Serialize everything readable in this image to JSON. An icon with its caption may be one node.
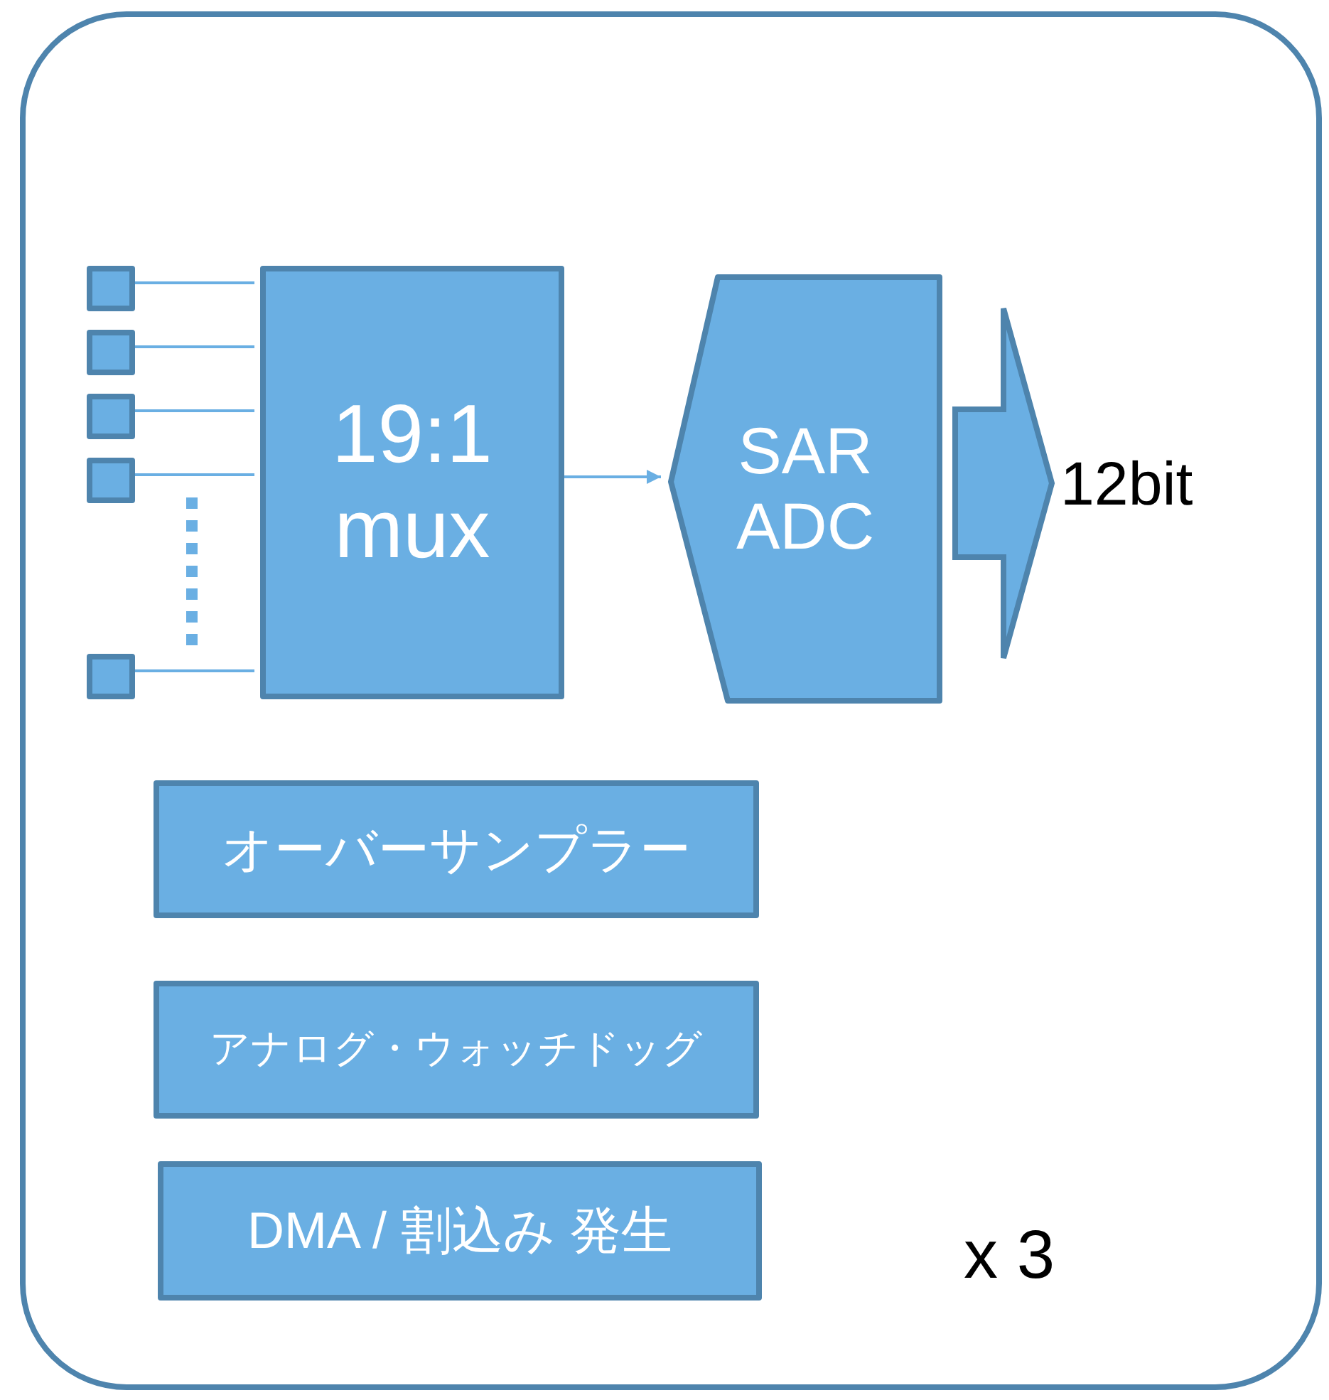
{
  "diagram": {
    "nodes": [
      {
        "text": [],
        "shape": "box"
      },
      {
        "text": [],
        "shape": "box",
        "in": 0
      },
      {
        "text": [],
        "shape": "box",
        "in": 0
      },
      {
        "text": [],
        "shape": "box",
        "in": 0
      },
      {
        "text": [],
        "shape": "box",
        "in": 0
      },
      {
        "text": [],
        "shape": "box",
        "in": 0
      },
      {
        "text": [
          "19:1 mux"
        ],
        "in": 0
      },
      {
        "text": [
          "SAR ADC"
        ],
        "in": 0
      },
      {
        "text": [
          "12bit"
        ],
        "in": 0
      },
      {
        "text": [
          "オーバーサンプラー"
        ],
        "in": 0
      },
      {
        "text": [
          "アナログ・ウォッチドッグ"
        ],
        "in": 0
      },
      {
        "text": [
          "DMA / 割込み 発生"
        ],
        "in": 0
      }
    ],
    "edges": [
      {
        "from": 1,
        "to": 6,
        "arrow": "none"
      },
      {
        "from": 2,
        "to": 6,
        "arrow": "none"
      },
      {
        "from": 3,
        "to": 6,
        "arrow": "none"
      },
      {
        "from": 4,
        "to": 6,
        "arrow": "none"
      },
      {
        "from": 5,
        "to": 6,
        "arrow": "none"
      },
      {
        "from": 6,
        "to": 7,
        "arrow": "to"
      },
      {
        "from": 7,
        "to": 8,
        "arrow": "to",
        "style": "thick"
      }
    ],
    "labels": [
      "x 3"
    ]
  }
}
